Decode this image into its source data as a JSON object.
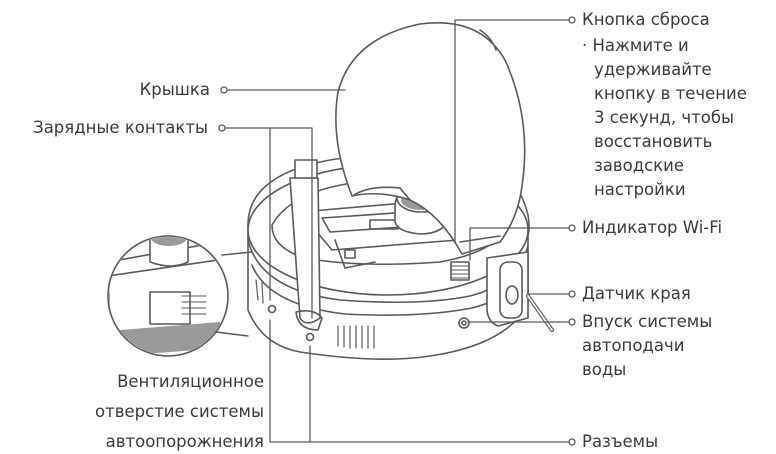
{
  "labels": {
    "lid": "Крышка",
    "charging_contacts": "Зарядные контакты",
    "reset_button": "Кнопка сброса",
    "reset_note_1": "· Нажмите и",
    "reset_note_2": "удерживайте",
    "reset_note_3": "кнопку в течение",
    "reset_note_4": "3 секунд, чтобы",
    "reset_note_5": "восстановить",
    "reset_note_6": "заводские",
    "reset_note_7": "настройки",
    "wifi_indicator": "Индикатор Wi-Fi",
    "edge_sensor": "Датчик края",
    "water_inlet_1": "Впуск системы",
    "water_inlet_2": "автоподачи",
    "water_inlet_3": "воды",
    "vent_1": "Вентиляционное",
    "vent_2": "отверстие системы",
    "vent_3": "автоопорожнения",
    "connectors": "Разъемы"
  },
  "colors": {
    "line": "#5a5a5a",
    "text": "#3a3a3a",
    "body_fill": "#ffffff",
    "grey_fill": "#9a9a9a"
  }
}
